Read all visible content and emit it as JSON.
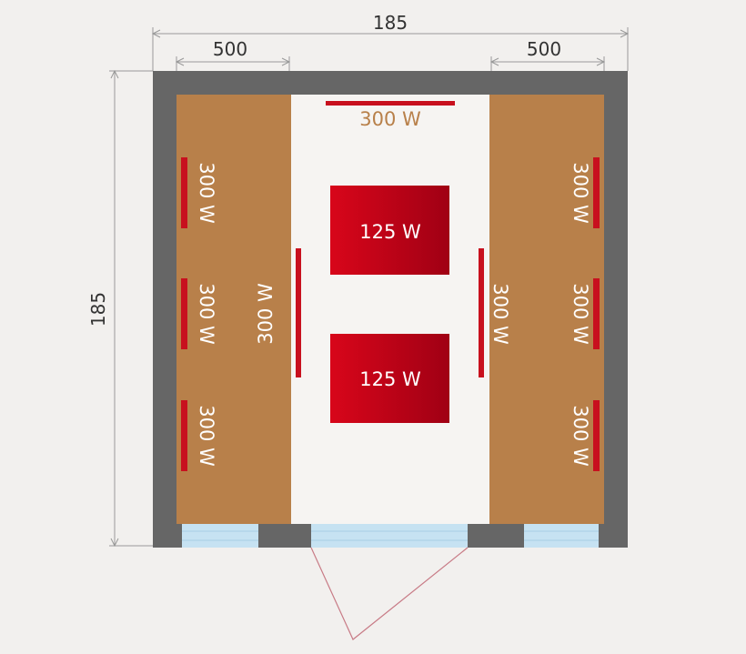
{
  "dimensions": {
    "overall_width": "185",
    "overall_depth": "185",
    "left_bench_width": "500",
    "right_bench_width": "500"
  },
  "heaters": {
    "back_wall": "300 W",
    "left_wall": [
      "300 W",
      "300 W",
      "300 W"
    ],
    "right_wall": [
      "300 W",
      "300 W",
      "300 W"
    ],
    "left_bench_front": "300 W",
    "right_bench_front": "300 W",
    "floor_panels": [
      "125 W",
      "125 W"
    ]
  },
  "colors": {
    "wall": "#666666",
    "bench": "#b8804a",
    "floor": "#f6f4f2",
    "heater": "#c8101e",
    "panel_start": "#d8061a",
    "panel_end": "#a00014",
    "glass": "#c6e2f2",
    "door_swing": "#c87b86",
    "dimension_line": "#999999",
    "background": "#f2f0ee"
  }
}
